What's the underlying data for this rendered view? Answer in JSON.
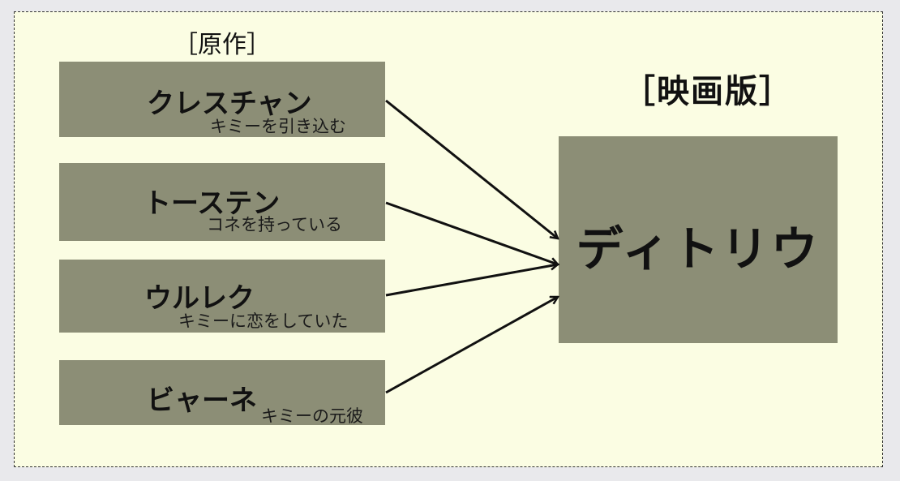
{
  "original_heading": "［原作］",
  "film_heading": "［映画版］",
  "original_characters": [
    {
      "name": "クレスチャン",
      "note": "キミーを引き込む"
    },
    {
      "name": "トーステン",
      "note": "コネを持っている"
    },
    {
      "name": "ウルレク",
      "note": "キミーに恋をしていた"
    },
    {
      "name": "ビャーネ",
      "note": "キミーの元彼"
    }
  ],
  "film_character": {
    "name": "ディトリウ"
  },
  "colors": {
    "background": "#fbfde3",
    "box": "#8c8e76",
    "arrow": "#111111"
  }
}
